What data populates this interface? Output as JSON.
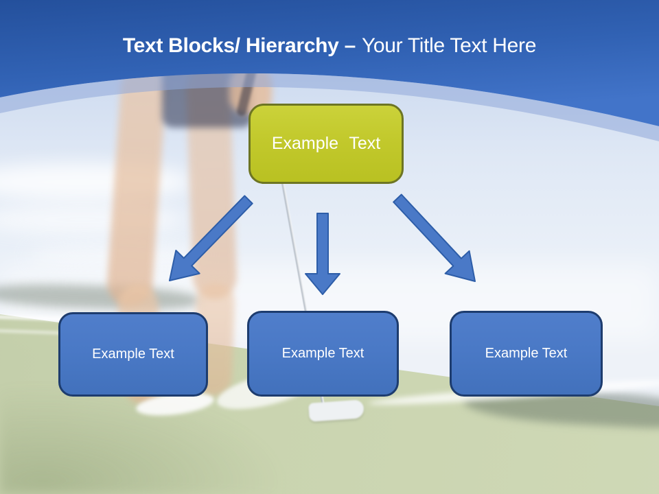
{
  "header": {
    "title_bold": "Text Blocks/ Hierarchy –",
    "title_regular": "Your Title Text Here",
    "title_color": "#ffffff",
    "header_blue_top": "#24509c",
    "header_blue_bottom": "#4274c9"
  },
  "diagram": {
    "top_block": {
      "label": "Example Text",
      "fill_color": "#c2c92c",
      "border_color": "#6d7523",
      "text_color": "#ffffff"
    },
    "bottom_blocks": [
      {
        "label": "Example Text"
      },
      {
        "label": "Example Text"
      },
      {
        "label": "Example Text"
      }
    ],
    "bottom_fill_color": "#4a79c6",
    "bottom_border_color": "#1d3c6e",
    "arrow_color": "#4a79c7",
    "arrow_outline_color": "#2d5da8"
  },
  "background": {
    "photo_alt": "faded photo of golfer legs with putter on a green"
  }
}
